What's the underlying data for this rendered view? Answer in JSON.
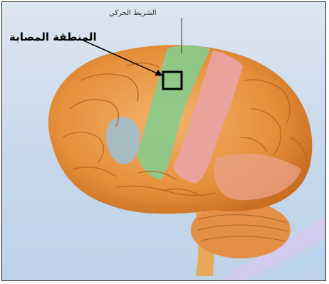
{
  "labels": {
    "affected_area": "المنطقة المصابة",
    "motor_strip": "الشريط الحركي"
  },
  "colors": {
    "brain": "#e8963f",
    "motor_strip": "#8cc98a",
    "sensory_strip": "#e9a3a0",
    "blue_region": "#9fbfcf",
    "background": "#cddcee"
  },
  "icons": [
    "brain-illustration",
    "affected-area-marker"
  ]
}
